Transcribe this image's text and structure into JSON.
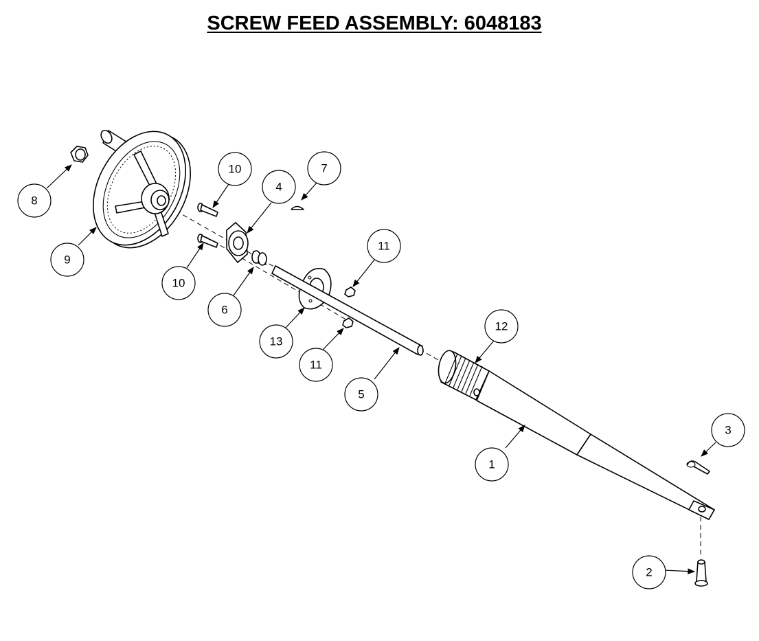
{
  "title": "SCREW FEED ASSEMBLY: 6048183",
  "callouts": [
    {
      "name": "callout-1",
      "label": "1"
    },
    {
      "name": "callout-2",
      "label": "2"
    },
    {
      "name": "callout-3",
      "label": "3"
    },
    {
      "name": "callout-4",
      "label": "4"
    },
    {
      "name": "callout-5",
      "label": "5"
    },
    {
      "name": "callout-6",
      "label": "6"
    },
    {
      "name": "callout-7",
      "label": "7"
    },
    {
      "name": "callout-8",
      "label": "8"
    },
    {
      "name": "callout-9",
      "label": "9"
    },
    {
      "name": "callout-10a",
      "label": "10"
    },
    {
      "name": "callout-10b",
      "label": "10"
    },
    {
      "name": "callout-11a",
      "label": "11"
    },
    {
      "name": "callout-11b",
      "label": "11"
    },
    {
      "name": "callout-12",
      "label": "12"
    },
    {
      "name": "callout-13",
      "label": "13"
    }
  ]
}
